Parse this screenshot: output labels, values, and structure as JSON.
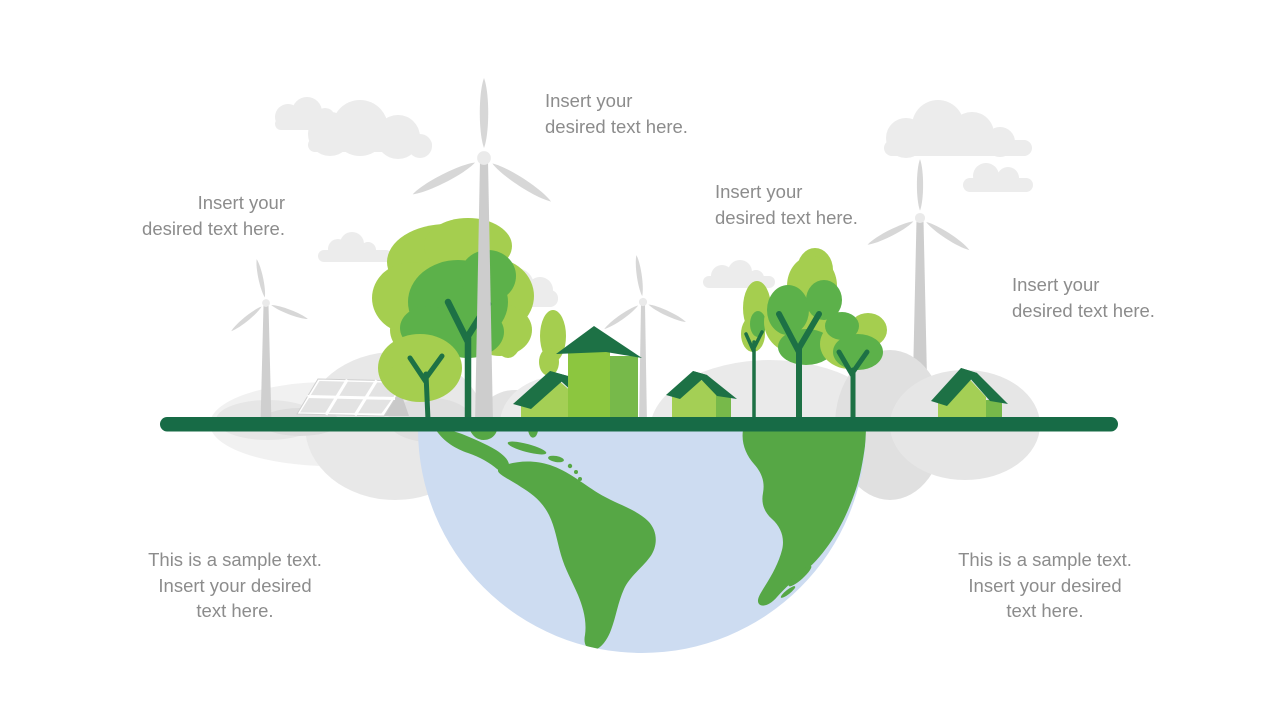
{
  "slide": {
    "description": "Eco sustainability half-globe slide with wind turbines, solar panel, trees and houses",
    "placeholders": {
      "top_center": {
        "lines": [
          "Insert your",
          "desired text here."
        ]
      },
      "left": {
        "lines": [
          "Insert your",
          "desired text here."
        ]
      },
      "mid_right": {
        "lines": [
          "Insert your",
          "desired text here."
        ]
      },
      "right": {
        "lines": [
          "Insert your",
          "desired text here."
        ]
      },
      "bottom_left": {
        "lines": [
          "This is a sample text.",
          "Insert your desired",
          "text here."
        ]
      },
      "bottom_right": {
        "lines": [
          "This is a sample text.",
          "Insert your desired",
          "text here."
        ]
      }
    },
    "colors": {
      "text_gray": "#8C8C8C",
      "ground_bar_green": "#176B46",
      "dark_green": "#1D7145",
      "light_green": "#A5CE4F",
      "medium_green": "#5CB14A",
      "house_front_green": "#8CC63F",
      "house_side_green": "#77B94A",
      "house_gable_green": "#A4CF55",
      "ocean_blue": "#CDDCF1",
      "continent_green": "#56A745",
      "cloud_gray": "#ECECEC",
      "turbine_gray": "#CDCDCD"
    },
    "icons": [
      "cloud-icon",
      "wind-turbine-icon",
      "solar-panel-icon",
      "tree-icon",
      "cypress-icon",
      "house-icon",
      "building-icon",
      "half-globe-icon",
      "ground-bar"
    ]
  }
}
